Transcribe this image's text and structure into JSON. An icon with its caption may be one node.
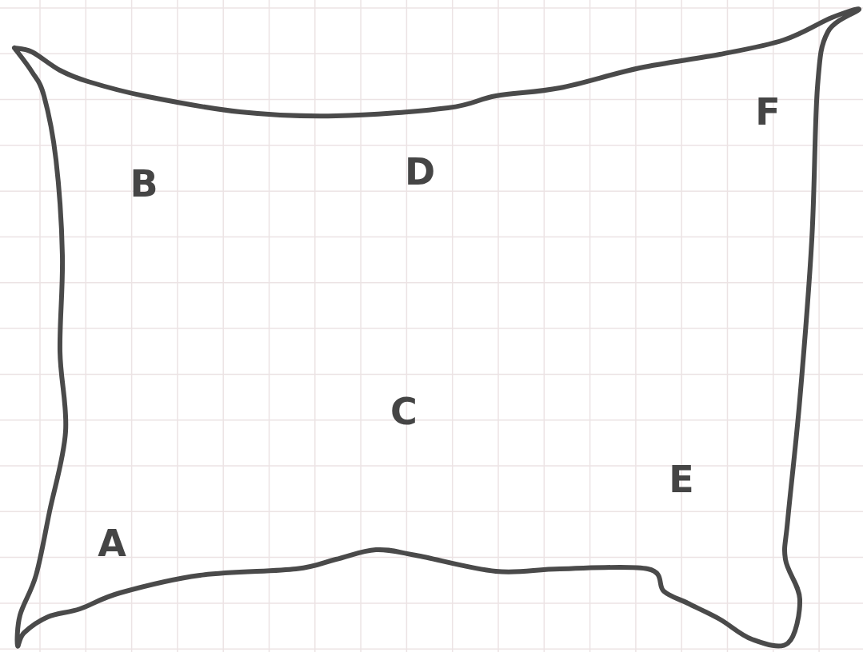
{
  "diagram": {
    "nodes": [
      {
        "text": [
          "B",
          "D",
          "F",
          "C",
          "E",
          "A"
        ]
      }
    ]
  }
}
